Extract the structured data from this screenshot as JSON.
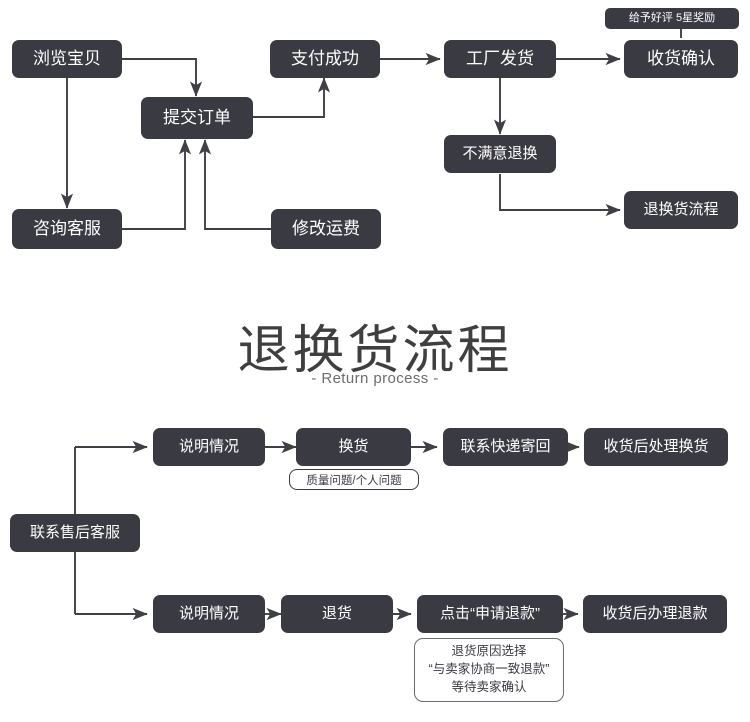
{
  "diagram": {
    "title": "退换货流程",
    "subtitle": "- Return process -",
    "colors": {
      "node_fill": "#3a3a42",
      "node_text": "#ffffff",
      "connector": "#3f3f45",
      "page_background": "#ffffff",
      "note_border": "#6a6a70"
    },
    "order_flow": {
      "nodes": [
        {
          "id": "browse",
          "label": "浏览宝贝"
        },
        {
          "id": "consult",
          "label": "咨询客服"
        },
        {
          "id": "submit",
          "label": "提交订单"
        },
        {
          "id": "editfee",
          "label": "修改运费"
        },
        {
          "id": "paid",
          "label": "支付成功"
        },
        {
          "id": "shipped",
          "label": "工厂发货"
        },
        {
          "id": "received",
          "label": "收货确认"
        },
        {
          "id": "unhappy",
          "label": "不满意退换"
        },
        {
          "id": "returnflow",
          "label": "退换货流程"
        }
      ],
      "annotations": [
        {
          "id": "reward",
          "label": "给予好评 5星奖励",
          "attached_to": "received"
        }
      ],
      "edges": [
        {
          "from": "browse",
          "to": "submit"
        },
        {
          "from": "browse",
          "to": "consult"
        },
        {
          "from": "consult",
          "to": "submit"
        },
        {
          "from": "editfee",
          "to": "submit"
        },
        {
          "from": "submit",
          "to": "paid"
        },
        {
          "from": "paid",
          "to": "shipped"
        },
        {
          "from": "shipped",
          "to": "received"
        },
        {
          "from": "shipped",
          "to": "unhappy"
        },
        {
          "from": "unhappy",
          "to": "returnflow"
        }
      ]
    },
    "return_flow": {
      "entry": {
        "id": "aftersales",
        "label": "联系售后客服"
      },
      "exchange_branch": {
        "steps": [
          {
            "id": "ex-explain",
            "label": "说明情况"
          },
          {
            "id": "ex-exchange",
            "label": "换货"
          },
          {
            "id": "ex-courier",
            "label": "联系快递寄回"
          },
          {
            "id": "ex-handle",
            "label": "收货后处理换货"
          }
        ],
        "tag": {
          "id": "ex-tag",
          "label": "质量问题/个人问题",
          "attached_to": "ex-exchange"
        }
      },
      "refund_branch": {
        "steps": [
          {
            "id": "rf-explain",
            "label": "说明情况"
          },
          {
            "id": "rf-return",
            "label": "退货"
          },
          {
            "id": "rf-apply",
            "label": "点击“申请退款”"
          },
          {
            "id": "rf-handle",
            "label": "收货后办理退款"
          }
        ],
        "note": {
          "id": "rf-note",
          "attached_to": "rf-apply",
          "lines": [
            "退货原因选择",
            "“与卖家协商一致退款”",
            "等待卖家确认"
          ]
        }
      }
    }
  }
}
